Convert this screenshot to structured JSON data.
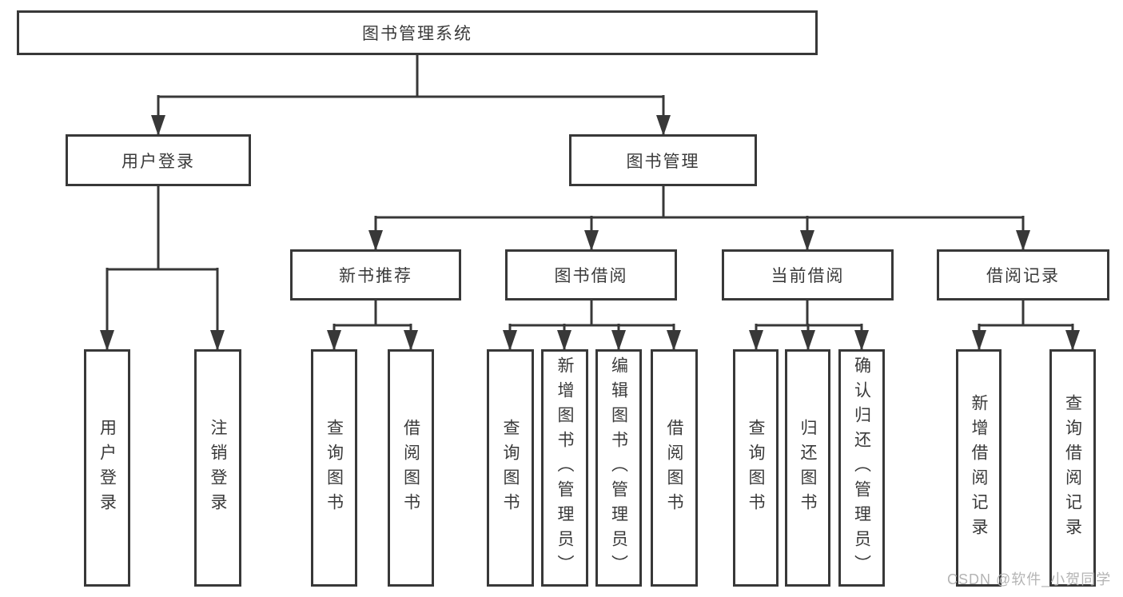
{
  "colors": {
    "line": "#383838",
    "text": "#3a3a3a",
    "box_background": "#ffffff",
    "page_background": "#ffffff",
    "watermark": "#b4b4b4"
  },
  "tree": {
    "root": {
      "label": "图书管理系统"
    },
    "branches": [
      {
        "label": "用户登录",
        "leaves": [
          "用户登录",
          "注销登录"
        ]
      },
      {
        "label": "图书管理",
        "sections": [
          {
            "label": "新书推荐",
            "leaves": [
              "查询图书",
              "借阅图书"
            ]
          },
          {
            "label": "图书借阅",
            "leaves": [
              "查询图书",
              "新增图书（管理员）",
              "编辑图书（管理员）",
              "借阅图书"
            ]
          },
          {
            "label": "当前借阅",
            "leaves": [
              "查询图书",
              "归还图书",
              "确认归还（管理员）"
            ]
          },
          {
            "label": "借阅记录",
            "leaves": [
              "新增借阅记录",
              "查询借阅记录"
            ]
          }
        ]
      }
    ]
  },
  "watermark": "CSDN @软件_小贺同学"
}
